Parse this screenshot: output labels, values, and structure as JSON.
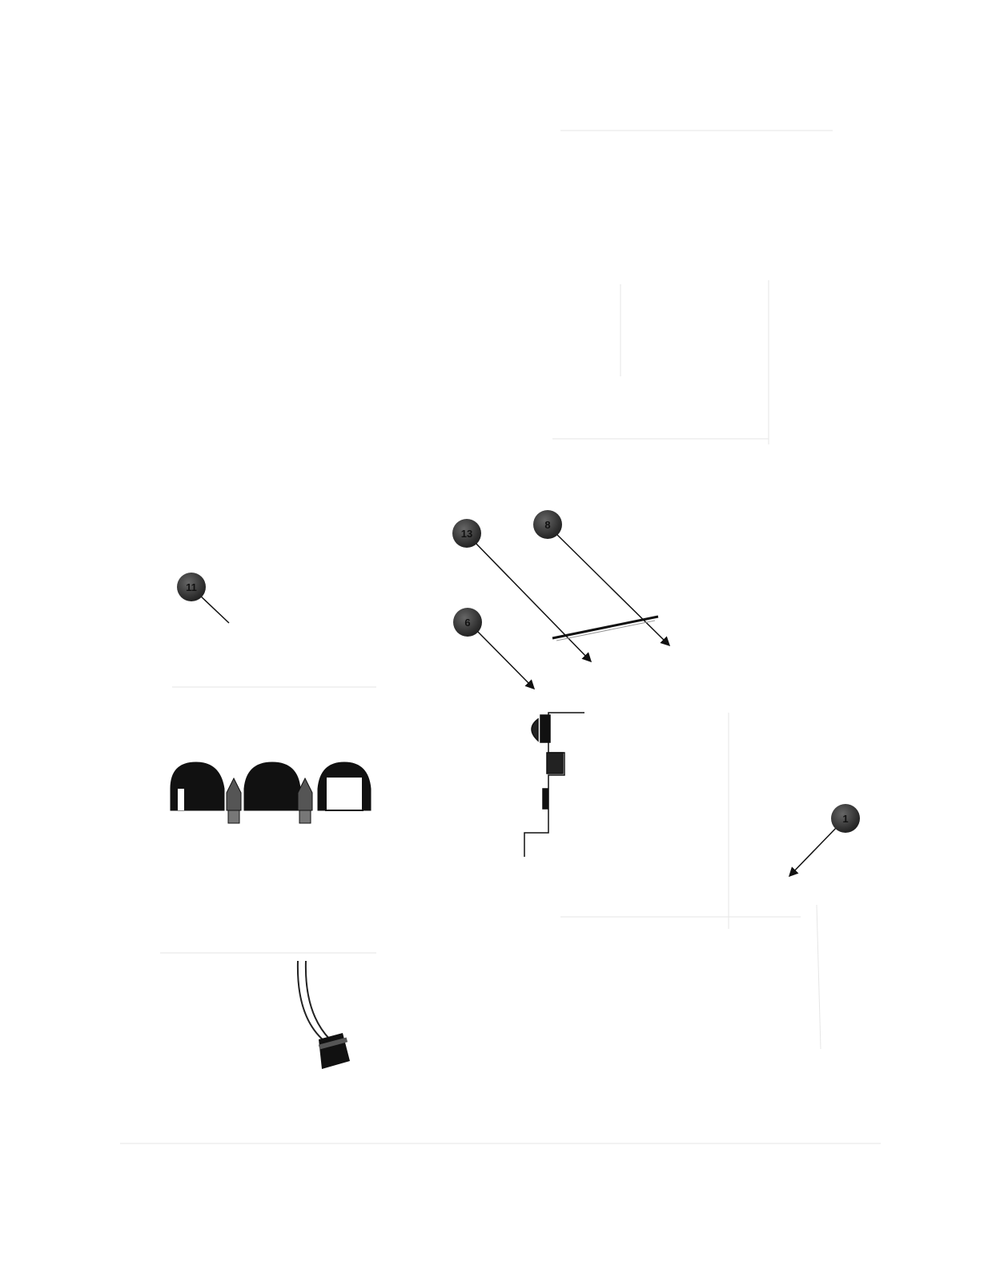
{
  "diagram": {
    "callouts": [
      {
        "id": "callout-11",
        "label": "11"
      },
      {
        "id": "callout-13",
        "label": "13"
      },
      {
        "id": "callout-8",
        "label": "8"
      },
      {
        "id": "callout-6",
        "label": "6"
      },
      {
        "id": "callout-1",
        "label": "1"
      }
    ]
  },
  "colors": {
    "callout_fill": "#3a3a3a",
    "line": "#111111",
    "paper": "#ffffff"
  }
}
